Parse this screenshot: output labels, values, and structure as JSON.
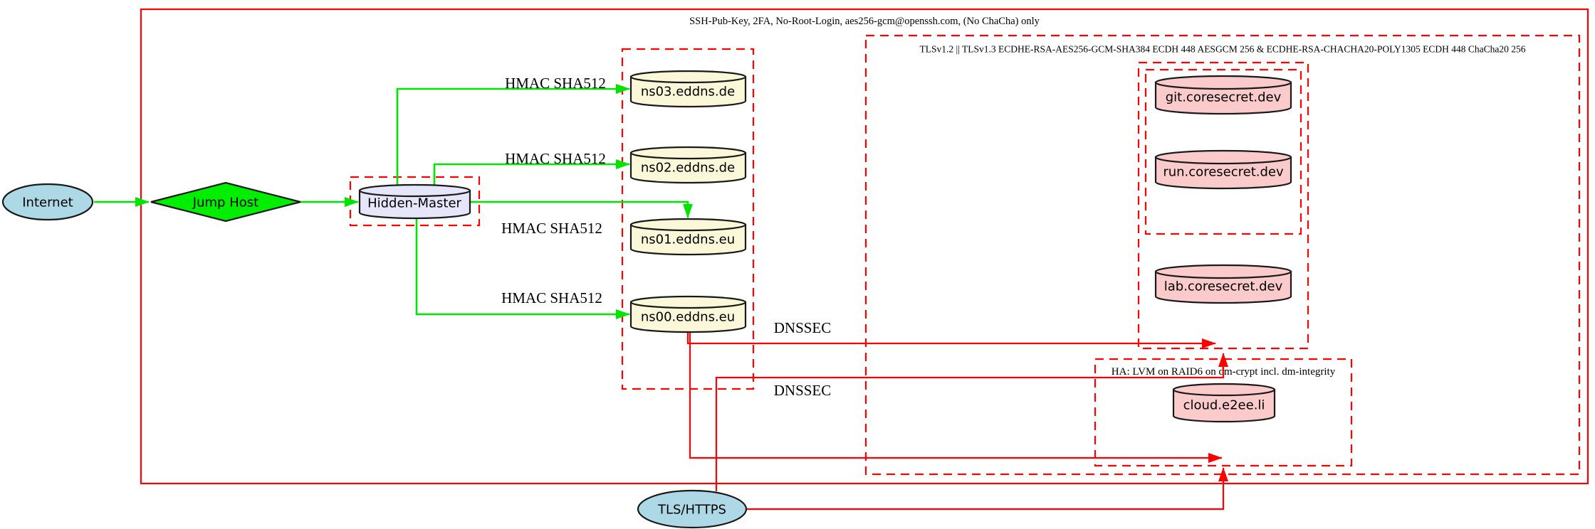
{
  "colors": {
    "cluster_border": "#ff0000",
    "secure_edge": "#00e400",
    "dnssec_tls_edge": "#ff0000",
    "internet_fill": "#add8e6",
    "jump_host_fill": "#00ee00",
    "hidden_master_fill": "#e6e6fa",
    "dns_server_fill": "#faf8d8",
    "service_fill": "#fbcaca",
    "tls_https_fill": "#add8e6"
  },
  "clusters": {
    "ssh": {
      "label": "SSH-Pub-Key, 2FA, No-Root-Login, aes256-gcm@openssh.com, (No ChaCha) only"
    },
    "tls": {
      "label": "TLSv1.2 || TLSv1.3 ECDHE-RSA-AES256-GCM-SHA384 ECDH 448 AESGCM 256 & ECDHE-RSA-CHACHA20-POLY1305 ECDH 448 ChaCha20 256"
    },
    "ha": {
      "label": "HA: LVM on RAID6 on dm-crypt incl. dm-integrity"
    }
  },
  "nodes": {
    "internet": {
      "label": "Internet"
    },
    "jump_host": {
      "label": "Jump Host"
    },
    "hidden_master": {
      "label": "Hidden-Master"
    },
    "ns03": {
      "label": "ns03.eddns.de"
    },
    "ns02": {
      "label": "ns02.eddns.de"
    },
    "ns01": {
      "label": "ns01.eddns.eu"
    },
    "ns00": {
      "label": "ns00.eddns.eu"
    },
    "git": {
      "label": "git.coresecret.dev"
    },
    "run": {
      "label": "run.coresecret.dev"
    },
    "lab": {
      "label": "lab.coresecret.dev"
    },
    "cloud": {
      "label": "cloud.e2ee.li"
    },
    "tls_https": {
      "label": "TLS/HTTPS"
    }
  },
  "edge_labels": {
    "hmac_ns03": "HMAC SHA512",
    "hmac_ns02": "HMAC SHA512",
    "hmac_ns01": "HMAC SHA512",
    "hmac_ns00": "HMAC SHA512",
    "dnssec_services": "DNSSEC",
    "dnssec_cloud": "DNSSEC"
  }
}
